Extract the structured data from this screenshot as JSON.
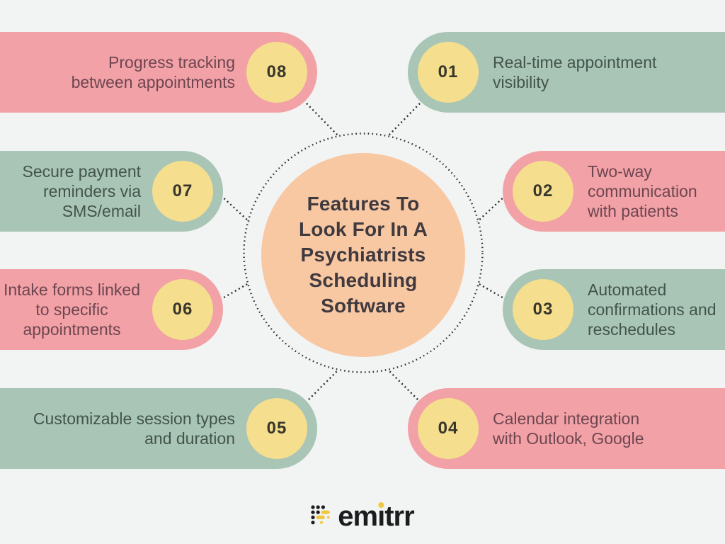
{
  "title": "Features To\nLook For In A\nPsychiatrists\nScheduling\nSoftware",
  "features": [
    {
      "number": "01",
      "label": "Real-time appointment\nvisibility",
      "color": "green",
      "side": "right"
    },
    {
      "number": "02",
      "label": "Two-way\ncommunication\nwith patients",
      "color": "pink",
      "side": "right"
    },
    {
      "number": "03",
      "label": "Automated\nconfirmations and\nreschedules",
      "color": "green",
      "side": "right"
    },
    {
      "number": "04",
      "label": "Calendar integration\nwith Outlook, Google",
      "color": "pink",
      "side": "right"
    },
    {
      "number": "05",
      "label": "Customizable session types\nand duration",
      "color": "green",
      "side": "left"
    },
    {
      "number": "06",
      "label": "Intake forms linked\nto specific\nappointments",
      "color": "pink",
      "side": "left"
    },
    {
      "number": "07",
      "label": "Secure payment\nreminders via\nSMS/email",
      "color": "green",
      "side": "left"
    },
    {
      "number": "08",
      "label": "Progress tracking\nbetween appointments",
      "color": "pink",
      "side": "left"
    }
  ],
  "logo": {
    "full_name": "emitrr",
    "part_before_i": "em",
    "dotless_i": "ı",
    "part_after_i": "trr"
  },
  "colors": {
    "background": "#f2f3f3",
    "pink_pill": "#f2a1a6",
    "green_pill": "#a9c5b6",
    "yellow_badge": "#f5de8d",
    "peach_center": "#f8c8a3",
    "pink_text": "#6d4650",
    "green_text": "#42544c",
    "title_text": "#403a3f",
    "dotted_line": "#2e2e2e",
    "logo_black": "#1b1c1e",
    "logo_yellow": "#efc841"
  }
}
